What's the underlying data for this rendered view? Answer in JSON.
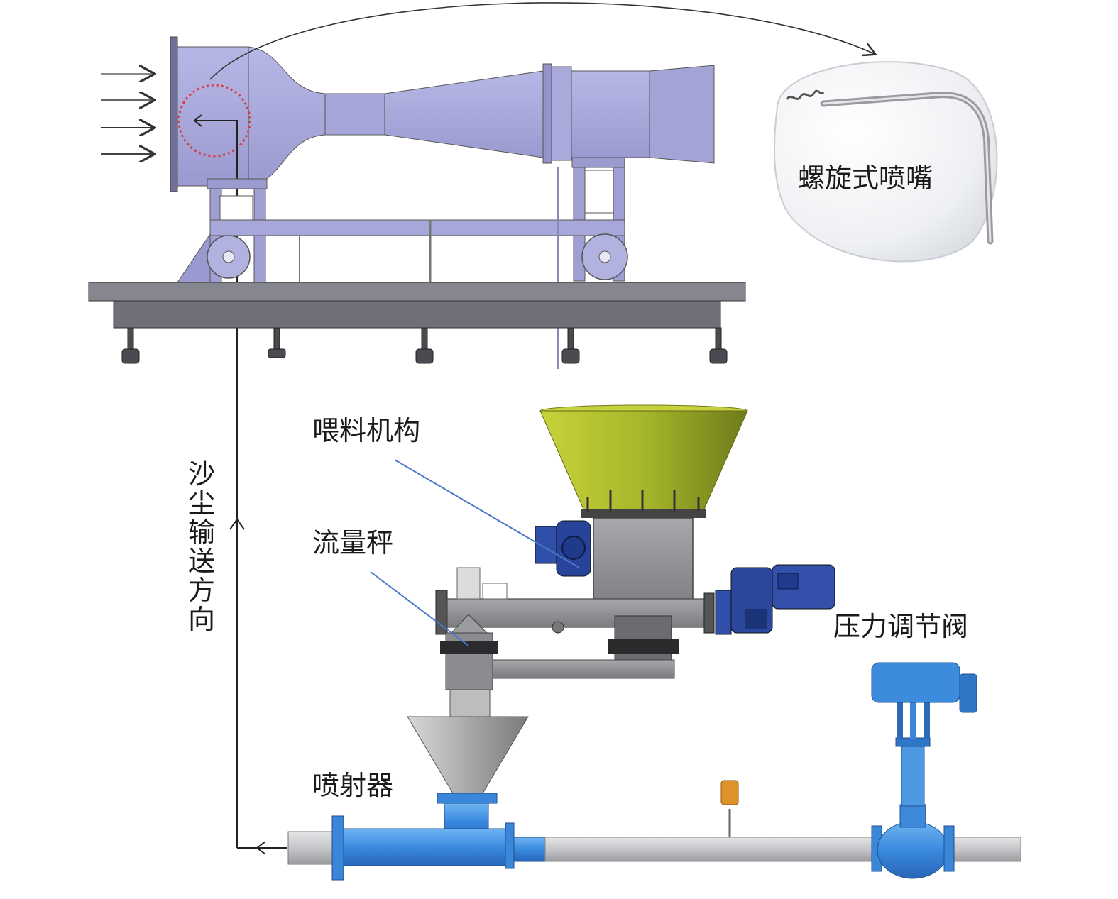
{
  "labels": {
    "spiral_nozzle": "螺旋式喷嘴",
    "feeder": "喂料机构",
    "flow_scale": "流量秤",
    "ejector": "喷射器",
    "pressure_valve": "压力调节阀",
    "sand_direction": "沙尘输送方向"
  },
  "colors": {
    "tunnel": "#a9a9d9",
    "tunnel_dark": "#8c8cc2",
    "base": "#7d7d85",
    "hopper": "#a8b82a",
    "body_gray": "#8e9094",
    "motor_blue": "#2f4fa8",
    "pipe_blue": "#3f8fe0",
    "pipe_gray": "#c9cacc",
    "leader_line": "#4a78c8",
    "highlight_circle": "#d93a3a"
  }
}
